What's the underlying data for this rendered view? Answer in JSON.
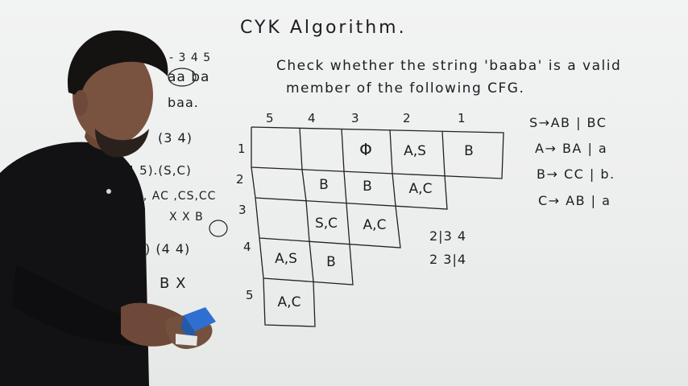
{
  "title": "CYK Algorithm.",
  "question": {
    "line1": "Check whether the string 'baaba' is a valid",
    "line2": "member of the following CFG."
  },
  "table": {
    "col_headers": [
      "5",
      "4",
      "3",
      "2",
      "1"
    ],
    "row_headers": [
      "1",
      "2",
      "3",
      "4",
      "5"
    ],
    "row1": [
      "",
      "",
      "Φ",
      "A,S",
      "B"
    ],
    "row2": [
      "",
      "B",
      "B",
      "A,C"
    ],
    "row3": [
      "",
      "S,C",
      "A,C"
    ],
    "row4": [
      "A,S",
      "B"
    ],
    "row5": [
      "A,C"
    ]
  },
  "grammar": [
    "S→AB | BC",
    "A→ BA | a",
    "B→ CC | b.",
    "C→ AB | a"
  ],
  "splits": [
    "2|3 4",
    "2 3|4"
  ],
  "left_notes": [
    "- 3 4 5",
    "aa ba",
    "baa.",
    "(3 4)",
    "(4 5).(S,C)",
    "S, AC ,CS,CC",
    "X X  B",
    ") (4 4)",
    "B X"
  ]
}
